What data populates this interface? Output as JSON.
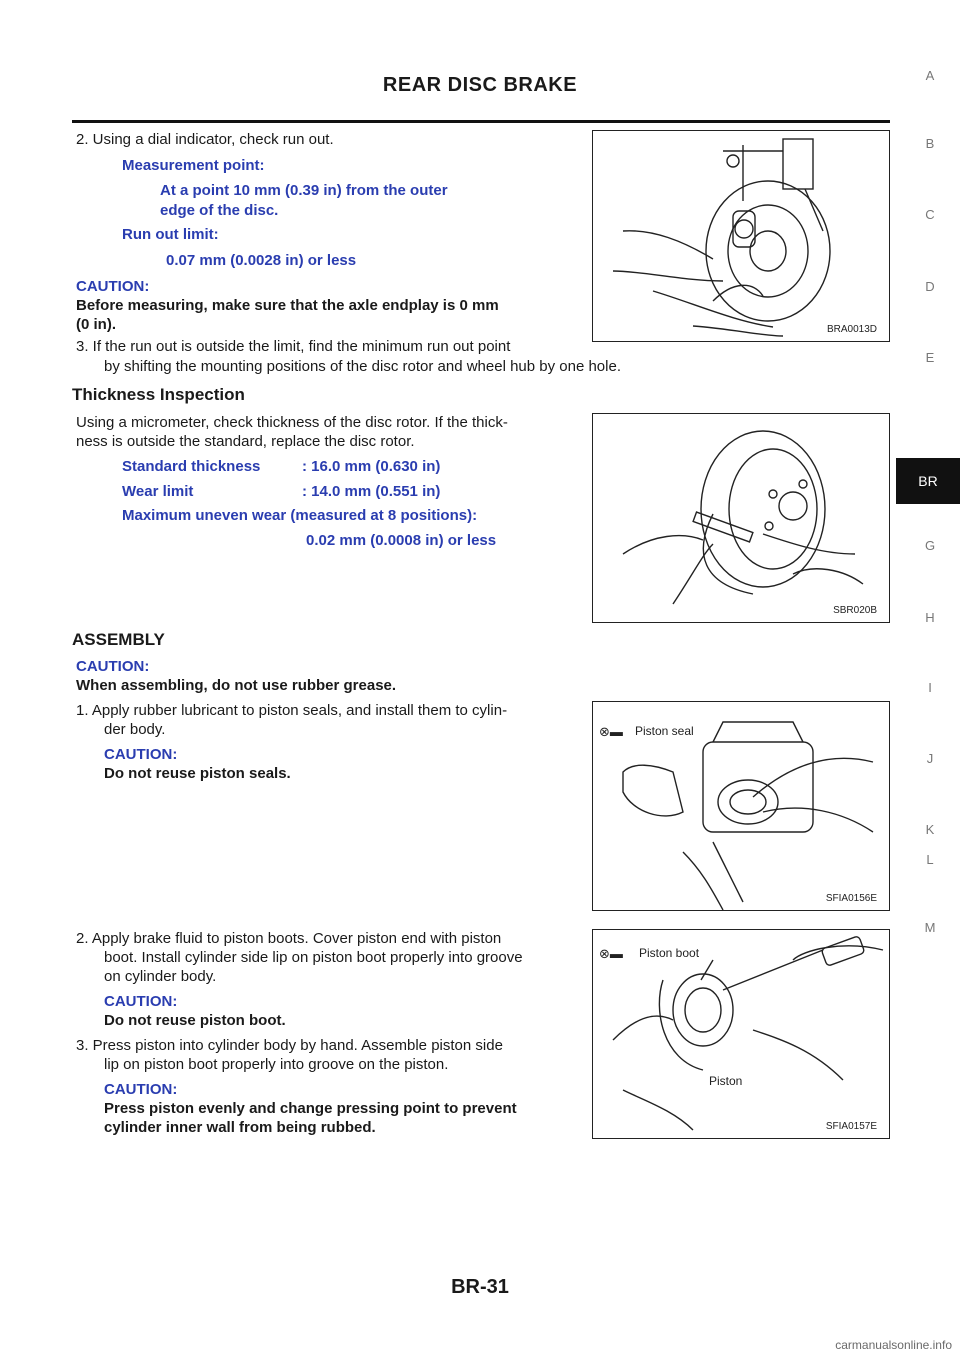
{
  "header": {
    "title": "REAR DISC BRAKE"
  },
  "step2": {
    "text": "2. Using a dial indicator, check run out.",
    "measurement_label": "Measurement point:",
    "measurement_value_1": "At a point 10 mm (0.39 in) from the outer",
    "measurement_value_2": "edge of the disc.",
    "runout_label": "Run out limit:",
    "runout_value": "0.07 mm (0.0028 in) or less",
    "caution_label": "CAUTION:",
    "caution_1": "Before measuring, make sure that the axle endplay is 0 mm",
    "caution_2": "(0 in)."
  },
  "step3": {
    "line_1": "3. If the run out is outside the limit, find the minimum run out point",
    "line_2": "by shifting the mounting positions of the disc rotor and wheel hub by one hole."
  },
  "thickness": {
    "heading": "Thickness Inspection",
    "line_1": "Using a micrometer, check thickness of the disc rotor. If the thick-",
    "line_2": "ness is outside the standard, replace the disc rotor.",
    "std_label": "Standard thickness",
    "std_value": ": 16.0 mm (0.630 in)",
    "wear_label": "Wear limit",
    "wear_value": ": 14.0 mm (0.551 in)",
    "uneven_label": "Maximum uneven wear (measured at 8 positions):",
    "uneven_value": "0.02 mm (0.0008 in) or less"
  },
  "assembly": {
    "heading": "ASSEMBLY",
    "caution_label": "CAUTION:",
    "caution_text": "When assembling, do not use rubber grease.",
    "step1_line_1": "1. Apply rubber lubricant to piston seals, and install them to cylin-",
    "step1_line_2": "der body.",
    "step1_caution_label": "CAUTION:",
    "step1_caution": "Do not reuse piston seals.",
    "step2_line_1": "2. Apply brake fluid to piston boots. Cover piston end with piston",
    "step2_line_2": "boot. Install cylinder side lip on piston boot properly into groove",
    "step2_line_3": "on cylinder body.",
    "step2_caution_label": "CAUTION:",
    "step2_caution": "Do not reuse piston boot.",
    "step3_line_1": "3. Press piston into cylinder body by hand. Assemble piston side",
    "step3_line_2": "lip on piston boot properly into groove on the piston.",
    "step3_caution_label": "CAUTION:",
    "step3_caution_1": "Press piston evenly and change pressing point to prevent",
    "step3_caution_2": "cylinder inner wall from being rubbed."
  },
  "figures": {
    "fig1_code": "BRA0013D",
    "fig2_code": "SBR020B",
    "fig3_code": "SFIA0156E",
    "fig3_label": "Piston seal",
    "fig4_code": "SFIA0157E",
    "fig4_label_1": "Piston boot",
    "fig4_label_2": "Piston"
  },
  "sidebar": {
    "letters": [
      "A",
      "B",
      "C",
      "D",
      "E",
      "G",
      "H",
      "I",
      "J",
      "K",
      "L",
      "M"
    ],
    "active": "BR"
  },
  "footer": {
    "page_number": "BR-31",
    "watermark": "carmanualsonline.info"
  }
}
